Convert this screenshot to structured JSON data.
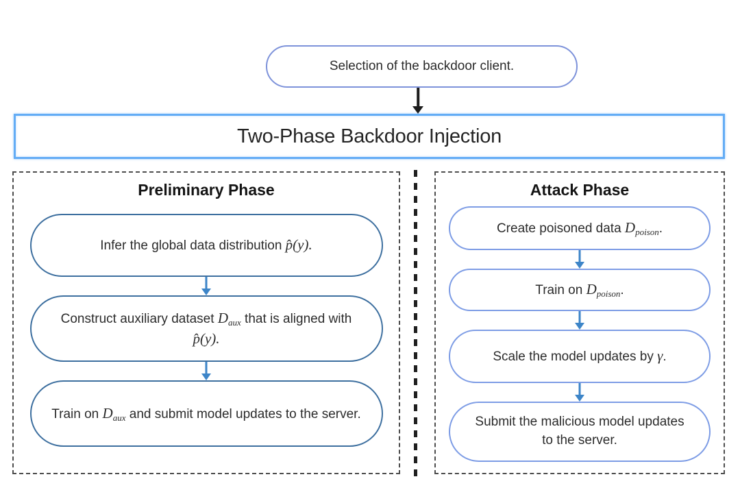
{
  "title": "Two-Phase Backdoor Injection",
  "top_node": {
    "label": "Selection of the backdoor client."
  },
  "panels": [
    {
      "id": "preliminary",
      "heading": "Preliminary Phase",
      "steps": [
        {
          "segments": [
            {
              "t": "txt",
              "v": "Infer the global data distribution "
            },
            {
              "t": "math",
              "v": "p̂(y)."
            }
          ]
        },
        {
          "segments": [
            {
              "t": "txt",
              "v": "Construct auxiliary dataset "
            },
            {
              "t": "mathsub",
              "v": "D",
              "sub": "aux"
            },
            {
              "t": "txt",
              "v": " that is aligned with "
            },
            {
              "t": "math",
              "v": "p̂(y)."
            }
          ]
        },
        {
          "segments": [
            {
              "t": "txt",
              "v": "Train on "
            },
            {
              "t": "mathsub",
              "v": "D",
              "sub": "aux"
            },
            {
              "t": "txt",
              "v": " and submit model updates to the server."
            }
          ]
        }
      ]
    },
    {
      "id": "attack",
      "heading": "Attack Phase",
      "steps": [
        {
          "segments": [
            {
              "t": "txt",
              "v": "Create poisoned data "
            },
            {
              "t": "mathsub",
              "v": "D",
              "sub": "poison"
            },
            {
              "t": "txt",
              "v": "."
            }
          ]
        },
        {
          "segments": [
            {
              "t": "txt",
              "v": "Train on "
            },
            {
              "t": "mathsub",
              "v": "D",
              "sub": "poison"
            },
            {
              "t": "txt",
              "v": "."
            }
          ]
        },
        {
          "segments": [
            {
              "t": "txt",
              "v": "Scale the model updates by "
            },
            {
              "t": "math",
              "v": "γ"
            },
            {
              "t": "txt",
              "v": "."
            }
          ]
        },
        {
          "segments": [
            {
              "t": "txt",
              "v": "Submit the malicious model updates to the server."
            }
          ]
        }
      ]
    }
  ],
  "colors": {
    "banner_border": "#63acf5",
    "pill_border": "#7d92da",
    "left_box_border": "#3d6f9f",
    "right_box_border": "#7d9ce5",
    "arrow_blue": "#3d85c8",
    "arrow_black": "#1c1c1c",
    "panel_dash": "#4d4d4d",
    "divider": "#1f1f1f",
    "text": "#2b2b2b"
  }
}
